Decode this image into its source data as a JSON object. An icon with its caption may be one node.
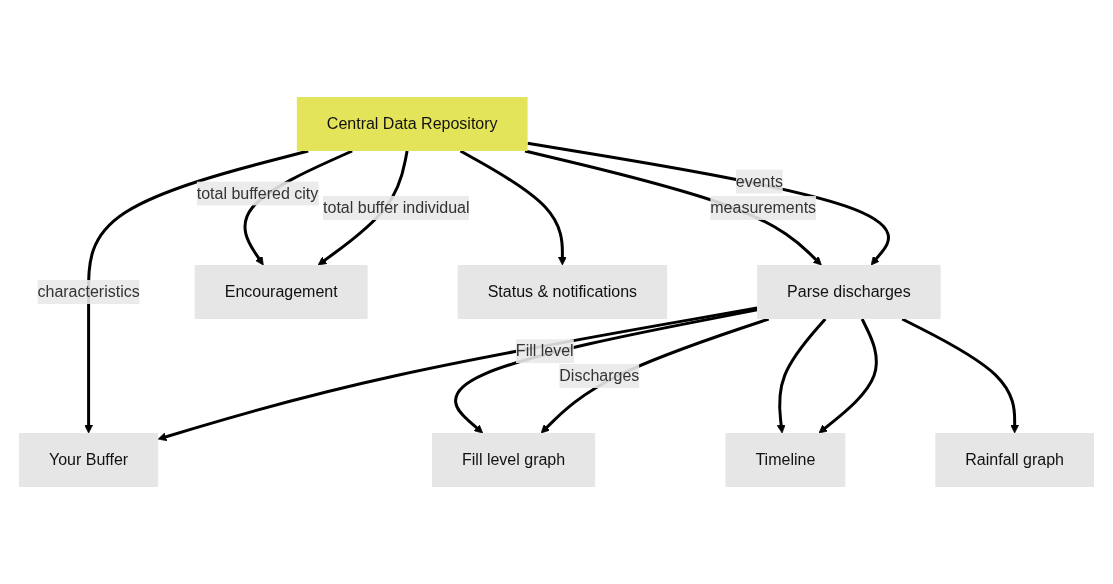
{
  "diagram": {
    "nodes": [
      {
        "text": [
          "Central Data Repository"
        ]
      },
      {
        "text": [
          "Parse discharges"
        ]
      },
      {
        "text": [
          "Your Buffer"
        ]
      },
      {
        "text": [
          "Encouragement"
        ]
      },
      {
        "text": [
          "Status & notifications"
        ]
      },
      {
        "text": [
          "Fill level graph"
        ]
      },
      {
        "text": [
          "Timeline"
        ]
      },
      {
        "text": [
          "Rainfall graph"
        ]
      }
    ],
    "edges": [
      {
        "from": 0,
        "to": 1,
        "label": "measurements",
        "arrow": "to"
      },
      {
        "from": 0,
        "to": 1,
        "label": "events",
        "arrow": "to"
      },
      {
        "from": 0,
        "to": 2,
        "label": "characteristics",
        "arrow": "to"
      },
      {
        "from": 0,
        "to": 4,
        "arrow": "to"
      },
      {
        "from": 0,
        "to": 3,
        "label": "total buffered city",
        "arrow": "to"
      },
      {
        "from": 0,
        "to": 3,
        "label": "total buffer individual",
        "arrow": "to"
      },
      {
        "from": 1,
        "to": 2,
        "arrow": "to"
      },
      {
        "from": 1,
        "to": 5,
        "label": "Fill level",
        "arrow": "to"
      },
      {
        "from": 1,
        "to": 6,
        "arrow": "to"
      },
      {
        "from": 1,
        "to": 5,
        "label": "Discharges",
        "arrow": "to"
      },
      {
        "from": 1,
        "to": 6,
        "arrow": "to"
      },
      {
        "from": 1,
        "to": 7,
        "arrow": "to"
      }
    ]
  }
}
